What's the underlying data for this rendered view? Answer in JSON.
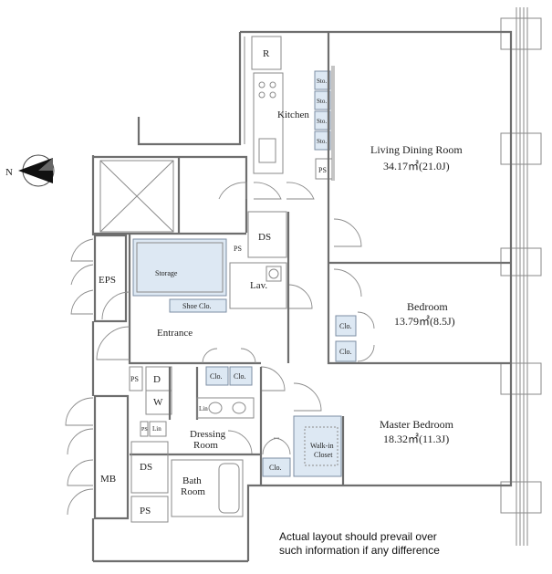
{
  "compass": {
    "north": "N"
  },
  "rooms": {
    "refrigerator": "R",
    "kitchen": "Kitchen",
    "storage_kitchen": "Sto.",
    "living": {
      "name": "Living Dining Room",
      "area": "34.17㎡(21.0J)"
    },
    "ps_kitchen": "PS",
    "ds_top": "DS",
    "ps_mid": "PS",
    "eps": "EPS",
    "storage": "Storage",
    "shoe_closet": "Shoe Clo.",
    "lavatory": "Lav.",
    "entrance": "Entrance",
    "bedroom": {
      "name": "Bedroom",
      "area": "13.79㎡(8.5J)"
    },
    "closet_bed1": "Clo.",
    "closet_bed2": "Clo.",
    "closet_a": "Clo.",
    "closet_b": "Clo.",
    "ps_left": "PS",
    "washer_d": "D",
    "washer_w": "W",
    "linen1": "Lin",
    "linen2": "Lin",
    "ps_small": "PS",
    "dressing": {
      "line1": "Dressing",
      "line2": "Room"
    },
    "master": {
      "name": "Master Bedroom",
      "area": "18.32㎡(11.3J)"
    },
    "walkin": {
      "line1": "Walk-in",
      "line2": "Closet"
    },
    "closet_master": "Clo.",
    "mb": "MB",
    "ds_bottom": "DS",
    "ps_bottom": "PS",
    "bath": {
      "line1": "Bath",
      "line2": "Room"
    }
  },
  "note": {
    "line1": "Actual layout should prevail over",
    "line2": "such information if any difference"
  }
}
